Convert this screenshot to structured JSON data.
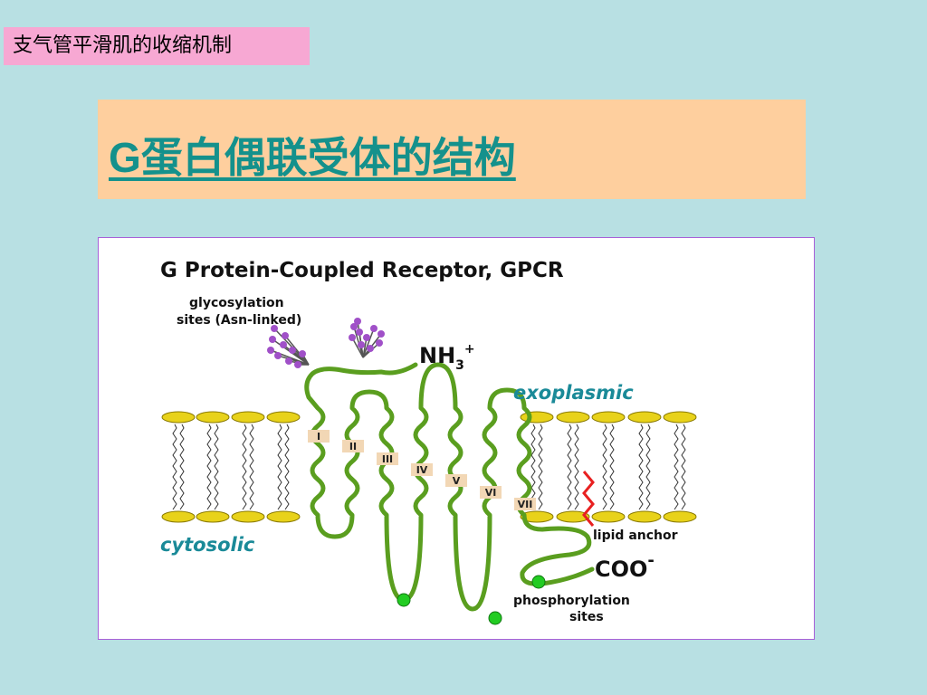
{
  "slide": {
    "tag_label": "支气管平滑肌的收缩机制",
    "heading": "G蛋白偶联受体的结构"
  },
  "figure": {
    "title": "G Protein-Coupled Receptor, GPCR",
    "glyco_line1": "glycosylation",
    "glyco_line2": "sites (Asn-linked)",
    "nterm_main": "NH",
    "nterm_sub": "3",
    "nterm_sup": "+",
    "exoplasmic": "exoplasmic",
    "cytosolic": "cytosolic",
    "lipid_anchor": "lipid anchor",
    "cterm_main": "COO",
    "cterm_sup": "-",
    "phospho_line1": "phosphorylation",
    "phospho_line2": "sites",
    "helices": [
      "I",
      "II",
      "III",
      "IV",
      "V",
      "VI",
      "VII"
    ]
  },
  "colors": {
    "tag_bg": "#f7a8d3",
    "heading_bg": "#fecf9e",
    "heading_text": "#14918c",
    "background": "#b8e0e3",
    "helix": "#5a9e1f",
    "lipid_head": "#e8d21a",
    "glycan": "#a050c8",
    "phospho": "#22cc22",
    "anchor": "#e82020"
  }
}
